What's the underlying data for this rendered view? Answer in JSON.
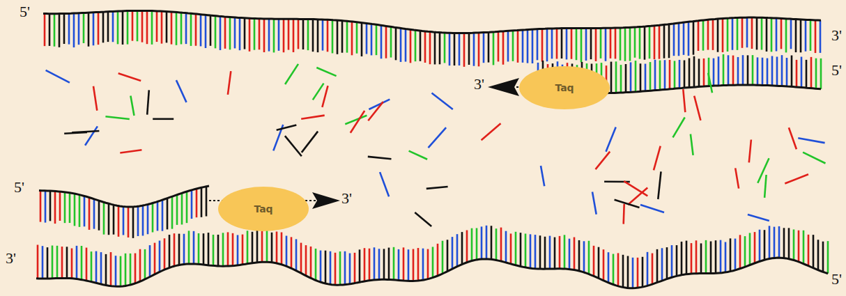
{
  "diagram": {
    "nodes": [
      {
        "text": [
          "Taq"
        ]
      },
      {
        "text": [
          "Taq"
        ]
      }
    ],
    "labels": [
      "5'",
      "3'",
      "3'",
      "5'",
      "5'",
      "3'",
      "3'",
      "5'"
    ]
  }
}
